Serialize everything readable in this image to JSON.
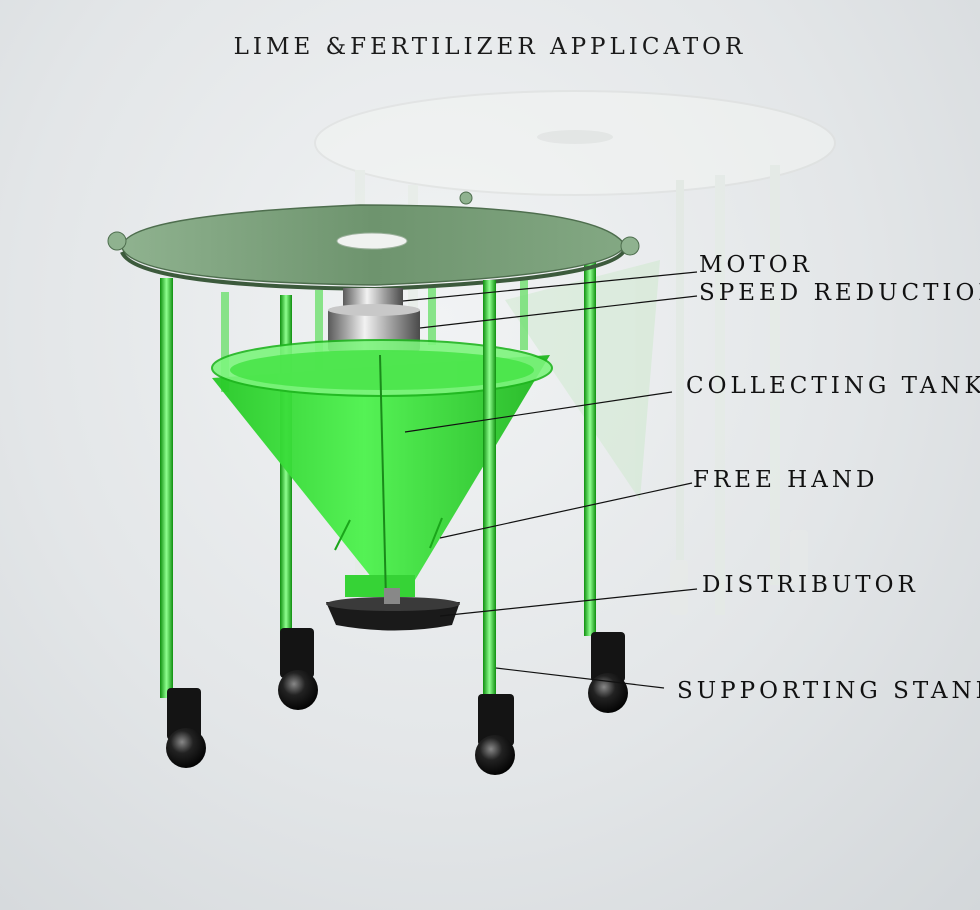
{
  "title": "LIME &FERTILIZER APPLICATOR",
  "labels": {
    "motor": "MOTOR",
    "speed_reduction": "SPEED REDUCTION",
    "collecting_tank": "COLLECTING TANK",
    "free_hand": "FREE HAND",
    "distributor": "DISTRIBUTOR",
    "supporting_stand": "SUPPORTING STAND"
  },
  "colors": {
    "body_green": "#2fe02f",
    "plate_green": "#7a9f7a",
    "leg_green": "#22c322",
    "feet": "#111111",
    "ghost": "#eef1ef"
  }
}
